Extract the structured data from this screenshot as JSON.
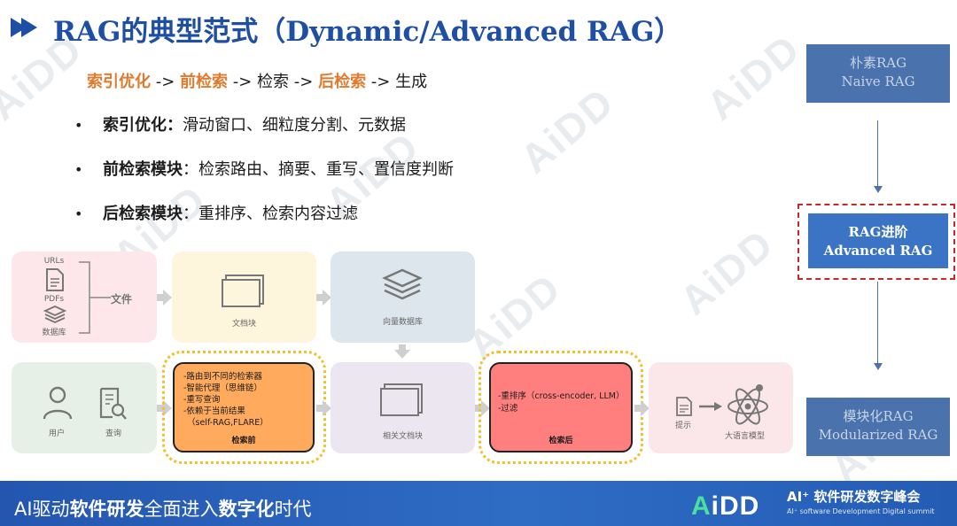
{
  "title": "RAG的典型范式（Dynamic/Advanced RAG）",
  "flow": [
    {
      "text": "索引优化",
      "highlight": true
    },
    {
      "text": " -> ",
      "highlight": false
    },
    {
      "text": "前检索",
      "highlight": true
    },
    {
      "text": " -> 检索 -> ",
      "highlight": false
    },
    {
      "text": "后检索",
      "highlight": true
    },
    {
      "text": " -> 生成",
      "highlight": false
    }
  ],
  "bullets": [
    {
      "key": "索引优化：",
      "text": "滑动窗口、细粒度分割、元数据"
    },
    {
      "key": "前检索模块",
      "text": "：检索路由、摘要、重写、置信度判断"
    },
    {
      "key": "后检索模块",
      "text": "：重排序、检索内容过滤"
    }
  ],
  "diagram": {
    "sources": {
      "urls": "URLs",
      "pdfs": "PDFs",
      "db": "数据库",
      "files": "文件"
    },
    "doc_chunks": "文档块",
    "vector_db": "向量数据库",
    "user": "用户",
    "query": "查询",
    "pre_retrieval": {
      "lines": [
        "-路由到不同的检索器",
        "-智能代理（思维链）",
        "-重写查询",
        "-依赖于当前结果",
        "（self-RAG,FLARE）"
      ],
      "tag": "检索前"
    },
    "related_chunks": "相关文档块",
    "post_retrieval": {
      "lines": [
        "-重排序（cross-encoder, LLM）",
        "-过滤"
      ],
      "tag": "检索后"
    },
    "prompt": "提示",
    "llm": "大语言模型"
  },
  "paradigms": [
    {
      "cn": "朴素RAG",
      "en": "Naive RAG"
    },
    {
      "cn": "RAG进阶",
      "en": "Advanced RAG"
    },
    {
      "cn": "模块化RAG",
      "en": "Modularized RAG"
    }
  ],
  "footer": {
    "slogan_prefix": "AI驱动",
    "slogan_bold": "软件研发",
    "slogan_mid": "全面进入",
    "slogan_bold2": "数字化",
    "slogan_end": "时代",
    "logo_a": "A",
    "logo_rest": "iDD",
    "summit": "AI⁺ 软件研发数字峰会",
    "summit_sub": "AI⁺ software Development Digital summit"
  },
  "watermark": "AiDD",
  "colors": {
    "title": "#1f4fa3",
    "highlight": "#e07a2e",
    "pre": "#ffaa5c",
    "post": "#ff7f7f",
    "footer": "#2456b0"
  }
}
